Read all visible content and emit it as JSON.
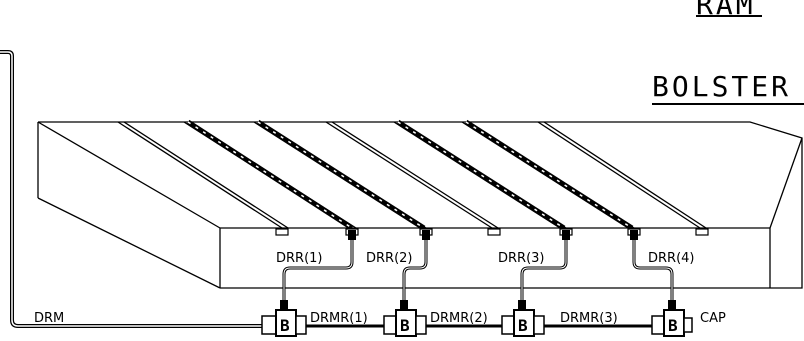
{
  "labels": {
    "ram": "RAM",
    "bolster": "BOLSTER",
    "drm": "DRM",
    "cap": "CAP",
    "drr": [
      "DRR(1)",
      "DRR(2)",
      "DRR(3)",
      "DRR(4)"
    ],
    "drmr": [
      "DRMR(1)",
      "DRMR(2)",
      "DRMR(3)"
    ],
    "block_letter": "B"
  },
  "colors": {
    "line": "#000000",
    "background": "#ffffff"
  }
}
